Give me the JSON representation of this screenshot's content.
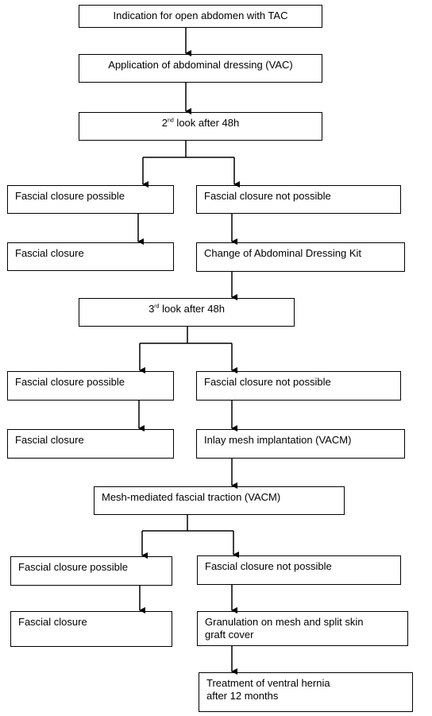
{
  "nodes": {
    "indication": "Indication for open abdomen with TAC",
    "application": "Application of abdominal dressing (VAC)",
    "look2_ordinal": "2",
    "look2_sup": "nd",
    "look2_rest": " look after 48h",
    "r1_possible": "Fascial closure possible",
    "r1_not_possible": "Fascial closure not possible",
    "r1_closure": "Fascial closure",
    "r1_change": "Change of Abdominal Dressing Kit",
    "look3_ordinal": "3",
    "look3_sup": "rd",
    "look3_rest": " look after 48h",
    "r2_possible": "Fascial closure possible",
    "r2_not_possible": "Fascial closure not possible",
    "r2_closure": "Fascial closure",
    "r2_inlay": "Inlay mesh implantation (VACM)",
    "traction": "Mesh-mediated fascial traction (VACM)",
    "r3_possible": "Fascial closure possible",
    "r3_not_possible": "Fascial closure not possible",
    "r3_closure": "Fascial closure",
    "r3_granulation": "Granulation on mesh and split skin\ngraft cover",
    "treatment": "Treatment of ventral hernia\nafter 12 months"
  }
}
